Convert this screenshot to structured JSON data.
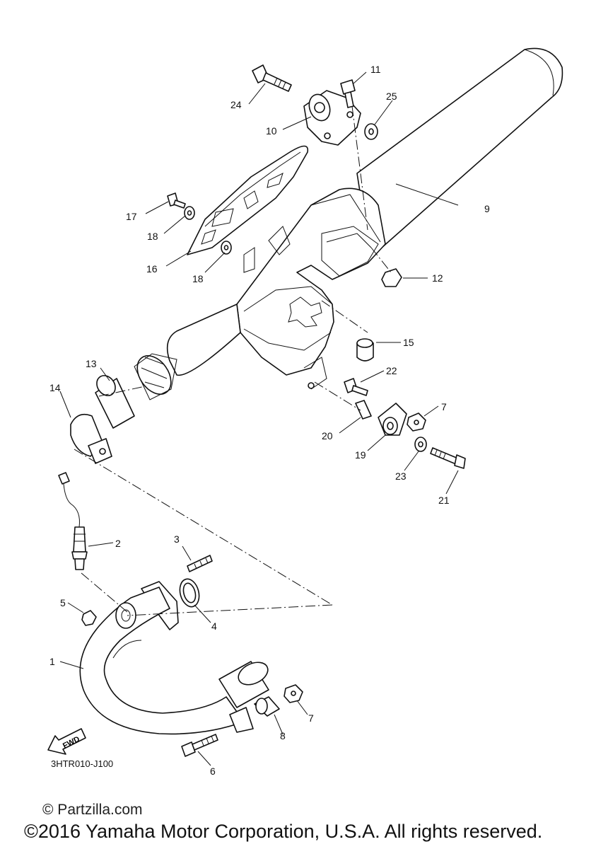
{
  "diagram_code": "3HTR010-J100",
  "fwd_label": "FWD",
  "watermark": "© Partzilla.com",
  "copyright": "©2016 Yamaha Motor Corporation, U.S.A. All rights reserved.",
  "callouts": {
    "p1": "1",
    "p2": "2",
    "p3": "3",
    "p4": "4",
    "p5": "5",
    "p6": "6",
    "p7a": "7",
    "p7b": "7",
    "p8": "8",
    "p9": "9",
    "p10": "10",
    "p11": "11",
    "p12": "12",
    "p13": "13",
    "p14": "14",
    "p15": "15",
    "p16": "16",
    "p17": "17",
    "p18a": "18",
    "p18b": "18",
    "p19": "19",
    "p20": "20",
    "p21": "21",
    "p22": "22",
    "p23": "23",
    "p24": "24",
    "p25": "25"
  }
}
